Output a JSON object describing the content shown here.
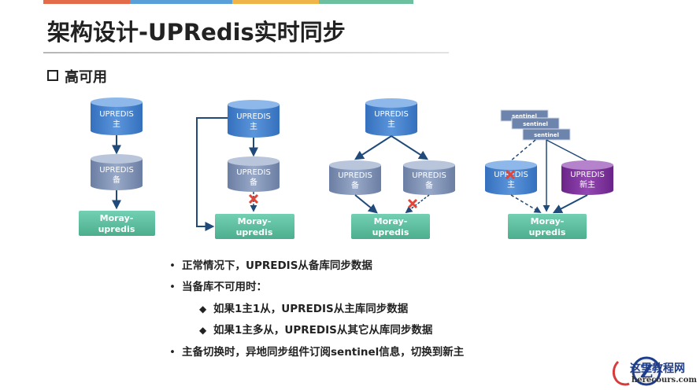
{
  "colors": {
    "primary_node": "#3f7ccc",
    "standby_node": "#7a8fb4",
    "new_primary": "#7a2d95",
    "moray": "#5abf9f",
    "arrow": "#1f4a7a",
    "fail_mark": "#e0453a",
    "sentinel": "#6d84ac"
  },
  "slide": {
    "title": "架构设计-UPRedis实时同步",
    "section": "高可用"
  },
  "diagrams": {
    "d1": {
      "primary_line1": "UPREDIS",
      "primary_line2": "主",
      "standby_line1": "UPREDIS",
      "standby_line2": "备",
      "moray_line1": "Moray-",
      "moray_line2": "upredis"
    },
    "d2": {
      "primary_line1": "UPREDIS",
      "primary_line2": "主",
      "standby_line1": "UPREDIS",
      "standby_line2": "备",
      "moray_line1": "Moray-",
      "moray_line2": "upredis"
    },
    "d3": {
      "primary_line1": "UPREDIS",
      "primary_line2": "主",
      "standby_a_line1": "UPREDIS",
      "standby_a_line2": "备",
      "standby_b_line1": "UPREDIS",
      "standby_b_line2": "备",
      "moray_line1": "Moray-",
      "moray_line2": "upredis"
    },
    "d4": {
      "sentinels": [
        "sentinel",
        "sentinel",
        "sentinel"
      ],
      "old_primary_line1": "UPREDIS",
      "old_primary_line2": "主",
      "new_primary_line1": "UPREDIS",
      "new_primary_line2": "新主",
      "moray_line1": "Moray-",
      "moray_line2": "upredis"
    }
  },
  "bullets": {
    "b1": "正常情况下，UPREDIS从备库同步数据",
    "b2": "当备库不可用时：",
    "b2a": "如果1主1从，UPREDIS从主库同步数据",
    "b2b": "如果1主多从，UPREDIS从其它从库同步数据",
    "b3": "主备切换时，异地同步组件订阅sentinel信息，切换到新主"
  },
  "glyphs": {
    "bullet": "•",
    "diamond": "◆"
  },
  "watermark": {
    "name": "这里教程网",
    "url": "herecours.com"
  }
}
